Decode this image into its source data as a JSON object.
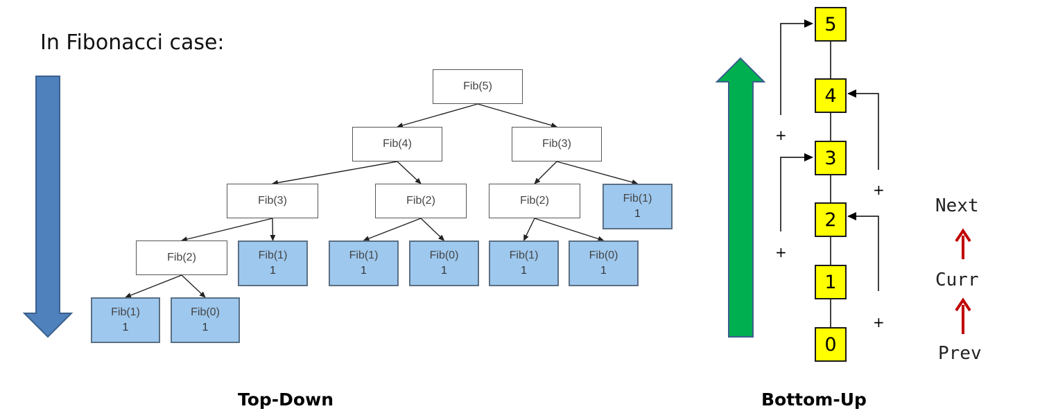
{
  "heading": "In Fibonacci case:",
  "captions": {
    "top_down": "Top-Down",
    "bottom_up": "Bottom-Up"
  },
  "tree": {
    "nodes": [
      {
        "id": "n5",
        "label": "Fib(5)",
        "value": "",
        "leaf": false
      },
      {
        "id": "n4",
        "label": "Fib(4)",
        "value": "",
        "leaf": false
      },
      {
        "id": "n3r",
        "label": "Fib(3)",
        "value": "",
        "leaf": false
      },
      {
        "id": "n3l",
        "label": "Fib(3)",
        "value": "",
        "leaf": false
      },
      {
        "id": "n2m",
        "label": "Fib(2)",
        "value": "",
        "leaf": false
      },
      {
        "id": "n2r",
        "label": "Fib(2)",
        "value": "",
        "leaf": false
      },
      {
        "id": "n1r",
        "label": "Fib(1)",
        "value": "1",
        "leaf": true
      },
      {
        "id": "n2l",
        "label": "Fib(2)",
        "value": "",
        "leaf": false
      },
      {
        "id": "n1a",
        "label": "Fib(1)",
        "value": "1",
        "leaf": true
      },
      {
        "id": "n1b",
        "label": "Fib(1)",
        "value": "1",
        "leaf": true
      },
      {
        "id": "n0b",
        "label": "Fib(0)",
        "value": "1",
        "leaf": true
      },
      {
        "id": "n1c",
        "label": "Fib(1)",
        "value": "1",
        "leaf": true
      },
      {
        "id": "n0c",
        "label": "Fib(0)",
        "value": "1",
        "leaf": true
      },
      {
        "id": "n1d",
        "label": "Fib(1)",
        "value": "1",
        "leaf": true
      },
      {
        "id": "n0d",
        "label": "Fib(0)",
        "value": "1",
        "leaf": true
      }
    ],
    "edges": [
      [
        "n5",
        "n4"
      ],
      [
        "n5",
        "n3r"
      ],
      [
        "n4",
        "n3l"
      ],
      [
        "n4",
        "n2m"
      ],
      [
        "n3r",
        "n2r"
      ],
      [
        "n3r",
        "n1r"
      ],
      [
        "n3l",
        "n2l"
      ],
      [
        "n3l",
        "n1a"
      ],
      [
        "n2m",
        "n1b"
      ],
      [
        "n2m",
        "n0b"
      ],
      [
        "n2r",
        "n1c"
      ],
      [
        "n2r",
        "n0c"
      ],
      [
        "n2l",
        "n1d"
      ],
      [
        "n2l",
        "n0d"
      ]
    ]
  },
  "chain": {
    "boxes": [
      "0",
      "1",
      "2",
      "3",
      "4",
      "5"
    ],
    "plus": "+"
  },
  "variables": {
    "next": "Next",
    "curr": "Curr",
    "prev": "Prev"
  },
  "colors": {
    "down_arrow": "#4f81bd",
    "up_arrow": "#00b050",
    "box_fill": "#ffff00",
    "leaf_fill": "#9ec8ee",
    "var_arrow": "#c00000"
  }
}
